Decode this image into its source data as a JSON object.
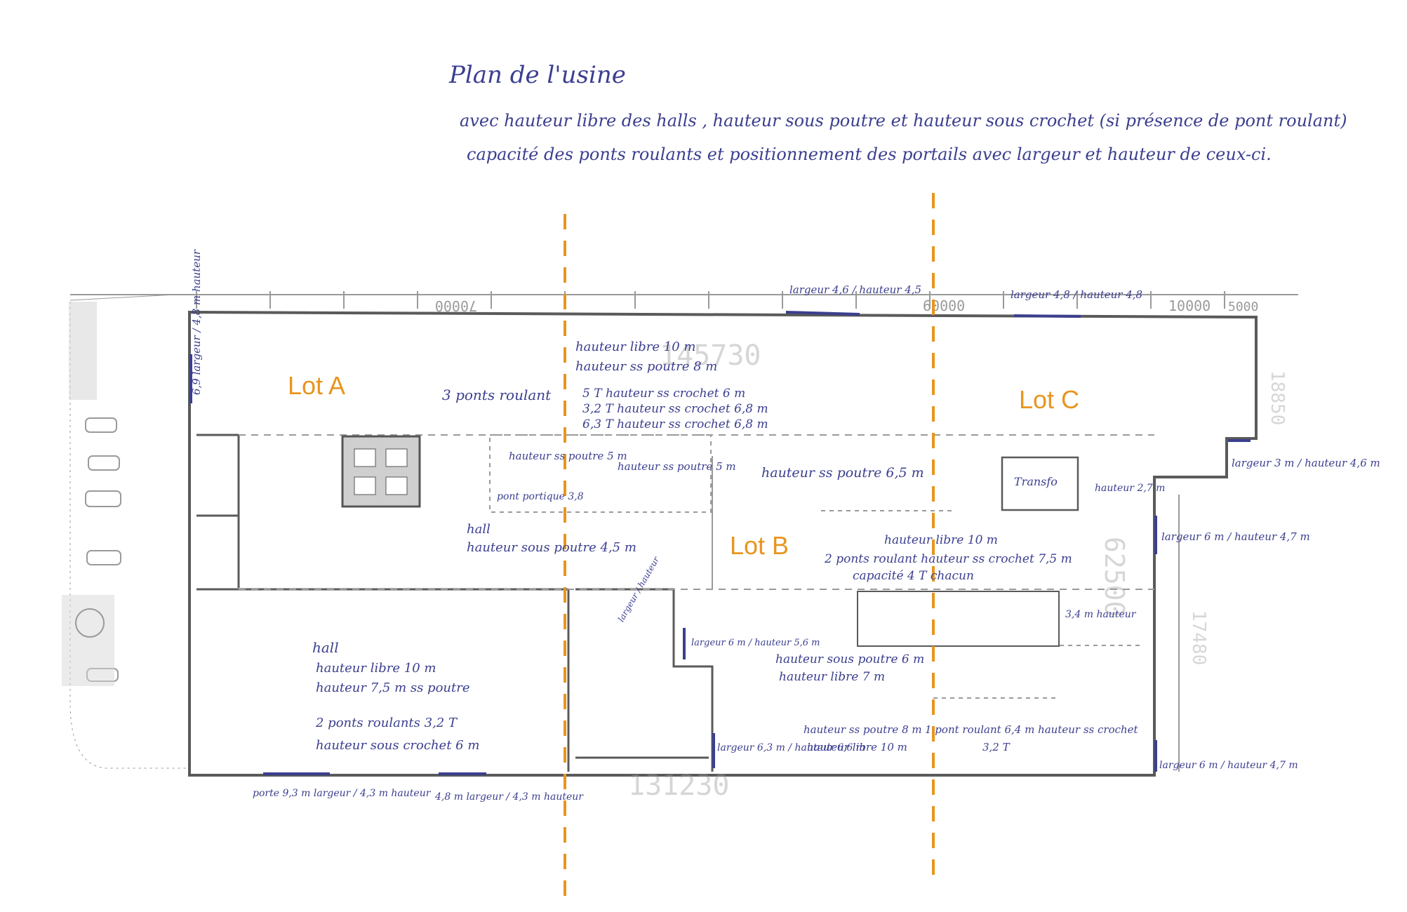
{
  "title": {
    "line1": "Plan de l'usine",
    "line2": "avec hauteur libre des halls , hauteur sous poutre et hauteur sous crochet (si présence de pont roulant)",
    "line3": "capacité des ponts roulants et positionnement des portails avec largeur et hauteur de ceux-ci."
  },
  "lots": {
    "a": "Lot A",
    "b": "Lot B",
    "c": "Lot C"
  },
  "dimensions": {
    "top_1": "70000",
    "top_2": "60000",
    "top_3": "10000",
    "top_4": "5000",
    "d_145730": "145730",
    "d_131230": "131230",
    "d_62500": "62500",
    "d_18850": "18850",
    "d_17480": "17480"
  },
  "annotations": {
    "gate_top_1": "largeur 4,6 / hauteur 4,5",
    "gate_top_2": "largeur 4,8 / hauteur 4,8",
    "gate_left": "6,9 largeur / 4,8 m hauteur",
    "center_top_1": "hauteur libre 10 m",
    "center_top_2": "hauteur ss poutre 8 m",
    "ponts_3": "3 ponts roulant",
    "crane_1": "5 T hauteur ss crochet 6 m",
    "crane_2": "3,2 T hauteur ss crochet 6,8 m",
    "crane_3": "6,3 T hauteur ss crochet 6,8 m",
    "sous_poutre_5": "hauteur ss poutre 5 m",
    "sous_poutre_5b": "hauteur ss poutre 5 m",
    "pont_portique": "pont portique 3,8",
    "hall_a_1": "hall",
    "hall_a_2": "hauteur sous poutre 4,5 m",
    "sous_poutre_65": "hauteur ss poutre 6,5 m",
    "transfo": "Transfo",
    "hauteur_27": "hauteur 2,7 m",
    "largeur_3m": "largeur 3 m / hauteur 4,6 m",
    "largeur_6m_a": "largeur 6 m / hauteur 4,7 m",
    "c_libre": "hauteur libre 10 m",
    "c_ponts": "2 ponts roulant hauteur ss crochet 7,5 m",
    "c_capacite": "capacité 4 T chacun",
    "h34": "3,4 m hauteur",
    "hall_low_1": "hall",
    "hall_low_2": "hauteur libre 10 m",
    "hall_low_3": "hauteur 7,5 m ss poutre",
    "hall_low_4": "2 ponts roulants 3,2 T",
    "hall_low_5": "hauteur sous crochet 6 m",
    "gate_6m_center": "largeur 6 m / hauteur 5,6 m",
    "b_sous_poutre_6": "hauteur sous poutre 6 m",
    "b_libre_7": "hauteur libre 7 m",
    "b_sous_poutre_8": "hauteur ss poutre 8 m",
    "b_libre_10": "hauteur libre 10 m",
    "b_pont": "1 pont roulant 6,4 m hauteur ss crochet",
    "b_pont_cap": "3,2 T",
    "gate_63": "largeur 6,3 m / hauteur 6,6 m",
    "gate_right_low": "largeur 6 m / hauteur 4,7 m",
    "porte_1": "porte 9,3 m largeur / 4,3 m hauteur",
    "porte_2": "4,8 m largeur / 4,3 m hauteur",
    "diag_gate": "largeur / hauteur"
  },
  "colors": {
    "lot_label": "#e8951f",
    "handwriting": "#3b3f8f",
    "walls": "#5a5a5a"
  }
}
